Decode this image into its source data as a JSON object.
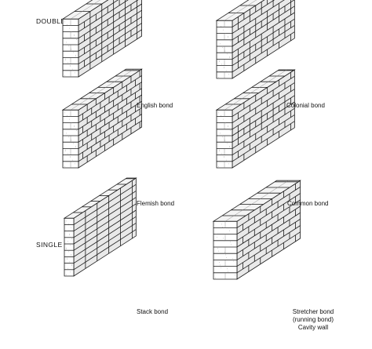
{
  "headings": {
    "double": "DOUBLE BRICK WALLS",
    "single": "SINGLE BRICK WALLS"
  },
  "captions": {
    "english": "English bond",
    "colonial": "Colonial bond",
    "flemish": "Flemish bond",
    "common": "Common bond",
    "stack": "Stack bond",
    "stretcher_1": "Stretcher bond",
    "stretcher_2": "(running bond)",
    "stretcher_3": "Cavity wall"
  }
}
